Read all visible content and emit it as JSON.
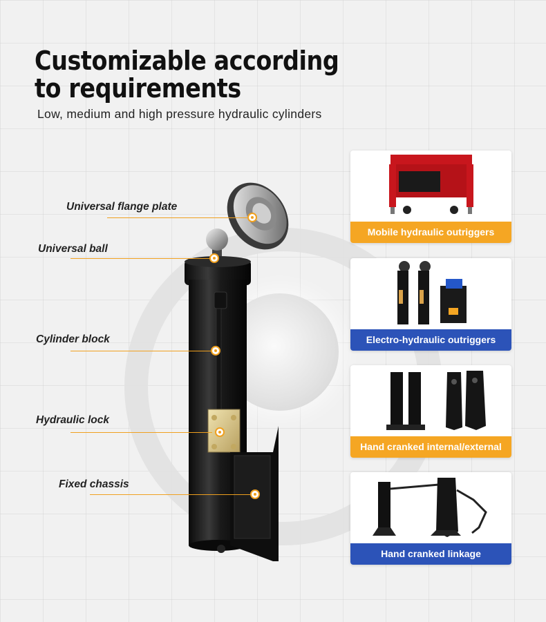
{
  "heading": {
    "line1": "Customizable according",
    "line2": "to requirements",
    "subtitle": "Low, medium and high pressure hydraulic cylinders"
  },
  "colors": {
    "accent_orange": "#f5a623",
    "accent_blue": "#2c53b8",
    "callout_line": "#f0a01e"
  },
  "product": {
    "name": "hydraulic-cylinder-illustration",
    "callouts": [
      {
        "label": "Universal flange plate"
      },
      {
        "label": "Universal ball"
      },
      {
        "label": "Cylinder block"
      },
      {
        "label": "Hydraulic lock"
      },
      {
        "label": "Fixed chassis"
      }
    ]
  },
  "cards": [
    {
      "label": "Mobile hydraulic outriggers",
      "color": "#f5a623"
    },
    {
      "label": "Electro-hydraulic outriggers",
      "color": "#2c53b8"
    },
    {
      "label": "Hand cranked internal/external",
      "color": "#f5a623"
    },
    {
      "label": "Hand cranked linkage",
      "color": "#2c53b8"
    }
  ]
}
